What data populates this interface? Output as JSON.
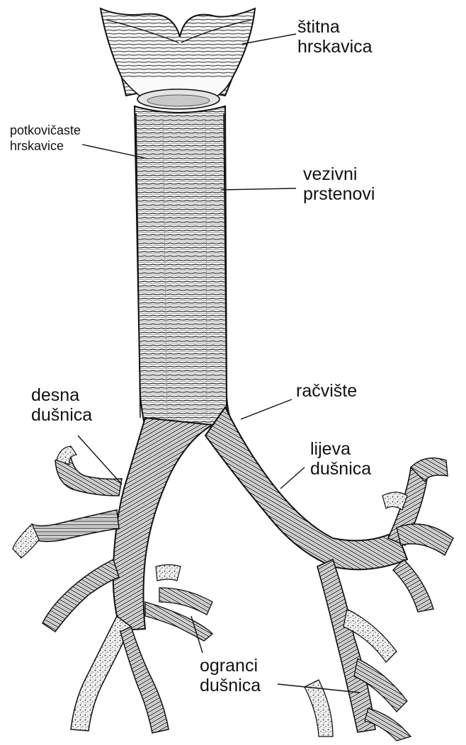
{
  "labels": {
    "thyroid_cartilage": {
      "line1": "štitna",
      "line2": "hrskavica"
    },
    "horseshoe_cartilages": {
      "line1": "potkovičaste",
      "line2": "hrskavice"
    },
    "connective_rings": {
      "line1": "vezivni",
      "line2": "prstenovi"
    },
    "bifurcation": {
      "line1": "račvište"
    },
    "right_bronchus": {
      "line1": "desna",
      "line2": "dušnica"
    },
    "left_bronchus": {
      "line1": "lijeva",
      "line2": "dušnica"
    },
    "bronchial_branches": {
      "line1": "ogranci",
      "line2": "dušnica"
    }
  },
  "colors": {
    "ink": "#111111",
    "background": "#ffffff",
    "shade": "#e6e6e6"
  }
}
